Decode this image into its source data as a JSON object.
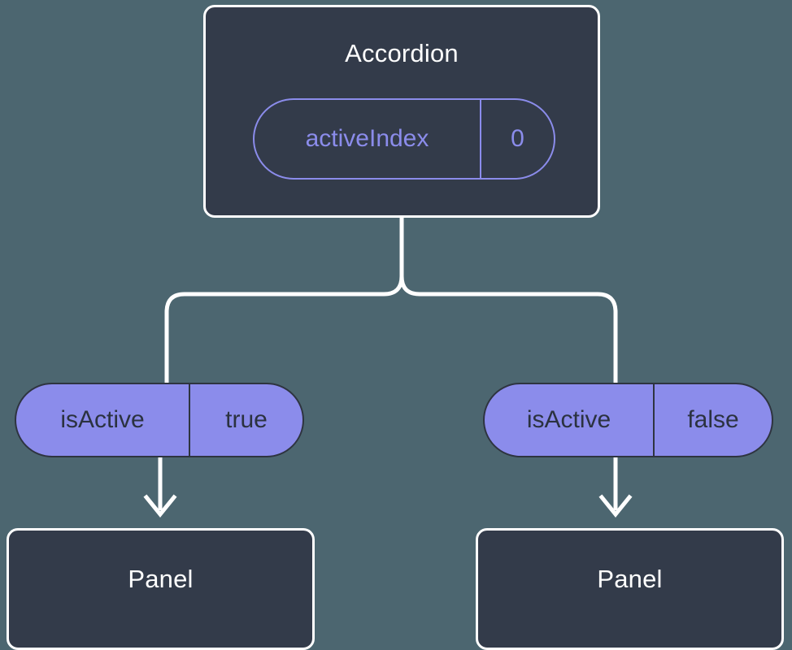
{
  "diagram": {
    "type": "component-state-tree",
    "title": "Accordion",
    "background_color": "#4c6670",
    "node_fill_color": "#333b4a",
    "node_border_color": "#ffffff",
    "accent_color": "#8b8ceb",
    "badge_text_color": "#2b3240",
    "connector_color": "#ffffff"
  },
  "root": {
    "label": "Accordion",
    "state": {
      "key": "activeIndex",
      "value": "0"
    }
  },
  "branches": [
    {
      "prop": {
        "key": "isActive",
        "value": "true"
      },
      "child": {
        "label": "Panel"
      }
    },
    {
      "prop": {
        "key": "isActive",
        "value": "false"
      },
      "child": {
        "label": "Panel"
      }
    }
  ]
}
